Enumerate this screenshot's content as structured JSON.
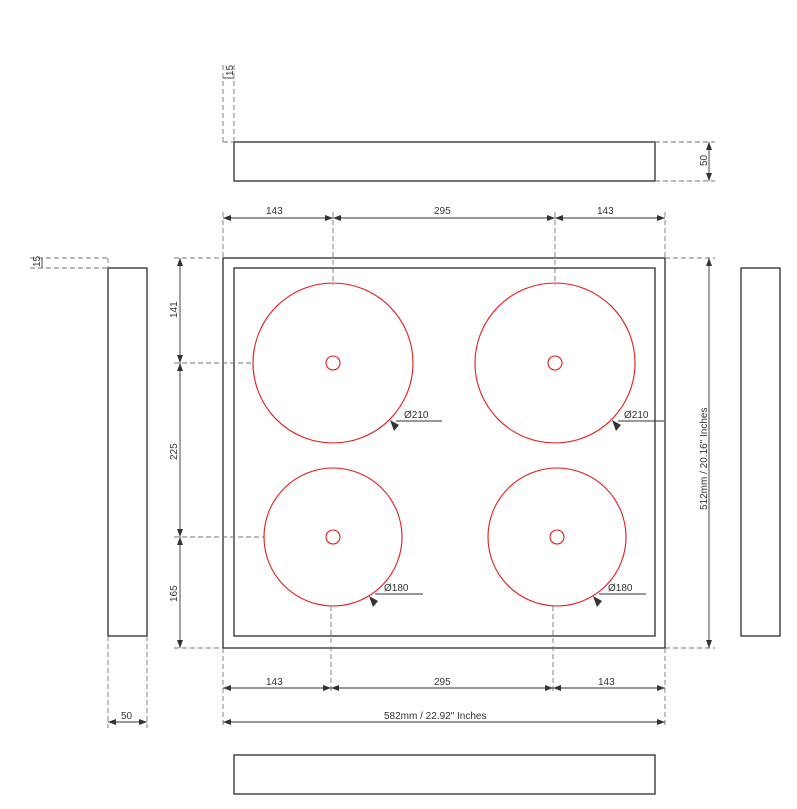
{
  "colors": {
    "outline": "#1a1a1a",
    "burner": "#e41b1b",
    "dimension": "#333333",
    "extension": "#777777"
  },
  "dims": {
    "top_thickness": "15",
    "left_thickness": "15",
    "top_height": "50",
    "top_left": "143",
    "top_mid": "295",
    "top_right": "143",
    "bottom_left": "143",
    "bottom_mid": "295",
    "bottom_right": "143",
    "side_top": "141",
    "side_mid": "225",
    "side_bottom": "165",
    "width_total": "582mm  /  22.92\" Inches",
    "height_total": "512mm  /  20.16\" Inches",
    "left_depth": "50"
  },
  "burners": [
    {
      "label": "Ø210"
    },
    {
      "label": "Ø210"
    },
    {
      "label": "Ø180"
    },
    {
      "label": "Ø180"
    }
  ]
}
